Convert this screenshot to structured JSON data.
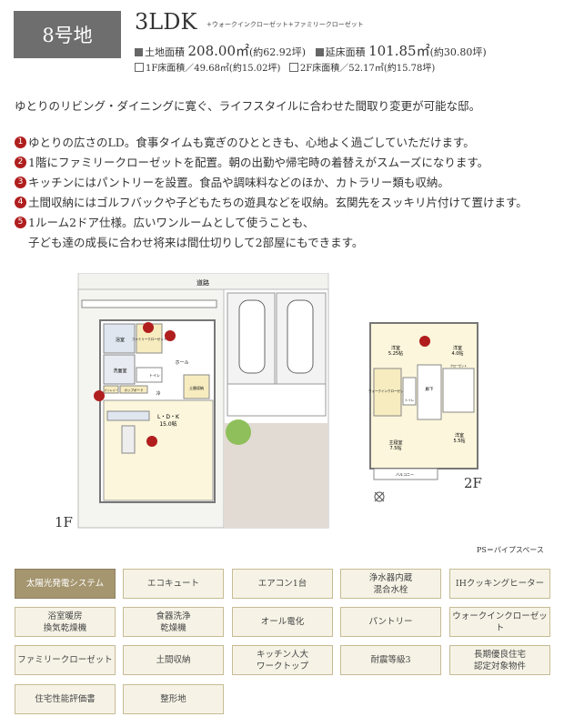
{
  "header": {
    "lot": "8号地",
    "plan_type": "3LDK",
    "plan_extra": "+ウォークインクローゼット+ファミリークローゼット",
    "land_area_label": "土地面積",
    "land_area_value": "208.00㎡",
    "land_area_tsubo": "(約62.92坪)",
    "floor_area_label": "延床面積",
    "floor_area_value": "101.85㎡",
    "floor_area_tsubo": "(約30.80坪)",
    "f1_area": "1F床面積／49.68㎡(約15.02坪)",
    "f2_area": "2F床面積／52.17㎡(約15.78坪)"
  },
  "description": "ゆとりのリビング・ダイニングに寛ぐ、ライフスタイルに合わせた間取り変更が可能な邸。",
  "points": [
    {
      "num": "1",
      "text": "ゆとりの広さのLD。食事タイムも寛ぎのひとときも、心地よく過ごしていただけます。"
    },
    {
      "num": "2",
      "text": "1階にファミリークローゼットを配置。朝の出勤や帰宅時の着替えがスムーズになります。"
    },
    {
      "num": "3",
      "text": "キッチンにはパントリーを設置。食品や調味料などのほか、カトラリー類も収納。"
    },
    {
      "num": "4",
      "text": "土間収納にはゴルフバックや子どもたちの遊具などを収納。玄関先をスッキリ片付けて置けます。"
    },
    {
      "num": "5",
      "text": "1ルーム2ドア仕様。広いワンルームとして使うことも、",
      "text2": "子ども達の成長に合わせ将来は間仕切りして2部屋にもできます。"
    }
  ],
  "plan1f": {
    "label": "1F",
    "road": "道路",
    "bath": "浴室",
    "family_closet": "ファミリークローゼット",
    "hall": "ホール",
    "washroom": "洗面室",
    "toilet": "トイレ",
    "cupboard": "カップボード",
    "pantry": "パントリー",
    "fridge": "冷",
    "earth_storage": "土間収納",
    "ldk": "L・D・K",
    "ldk_size": "15.0帖"
  },
  "plan2f": {
    "label": "2F",
    "western1": "洋室",
    "western1_size": "5.25帖",
    "western2": "洋室",
    "western2_size": "4.0帖",
    "walkin": "ウォークインクローゼット",
    "toilet": "トイレ",
    "corridor": "廊下",
    "closet": "クローゼット",
    "master": "主寝室",
    "master_size": "7.5帖",
    "western3": "洋室",
    "western3_size": "5.5帖",
    "balcony": "バルコニー"
  },
  "ps_note": "PS＝パイプスペース",
  "features": [
    {
      "label": "太陽光発電システム",
      "active": true
    },
    {
      "label": "エコキュート",
      "active": false
    },
    {
      "label": "エアコン1台",
      "active": false
    },
    {
      "label": "浄水器内蔵\n混合水栓",
      "active": false
    },
    {
      "label": "IHクッキングヒーター",
      "active": false
    },
    {
      "label": "浴室暖房\n換気乾燥機",
      "active": false
    },
    {
      "label": "食器洗浄\n乾燥機",
      "active": false
    },
    {
      "label": "オール電化",
      "active": false
    },
    {
      "label": "パントリー",
      "active": false
    },
    {
      "label": "ウォークインクローゼット",
      "active": false
    },
    {
      "label": "ファミリークローゼット",
      "active": false
    },
    {
      "label": "土間収納",
      "active": false
    },
    {
      "label": "キッチン人大\nワークトップ",
      "active": false
    },
    {
      "label": "耐震等級3",
      "active": false
    },
    {
      "label": "長期優良住宅\n認定対象物件",
      "active": false
    },
    {
      "label": "住宅性能評価書",
      "active": false
    },
    {
      "label": "整形地",
      "active": false
    }
  ],
  "colors": {
    "lot_bg": "#6e6e6e",
    "feature_active": "#a59670",
    "feature_bg": "#f6f3e6",
    "marker": "#b01e1e"
  }
}
